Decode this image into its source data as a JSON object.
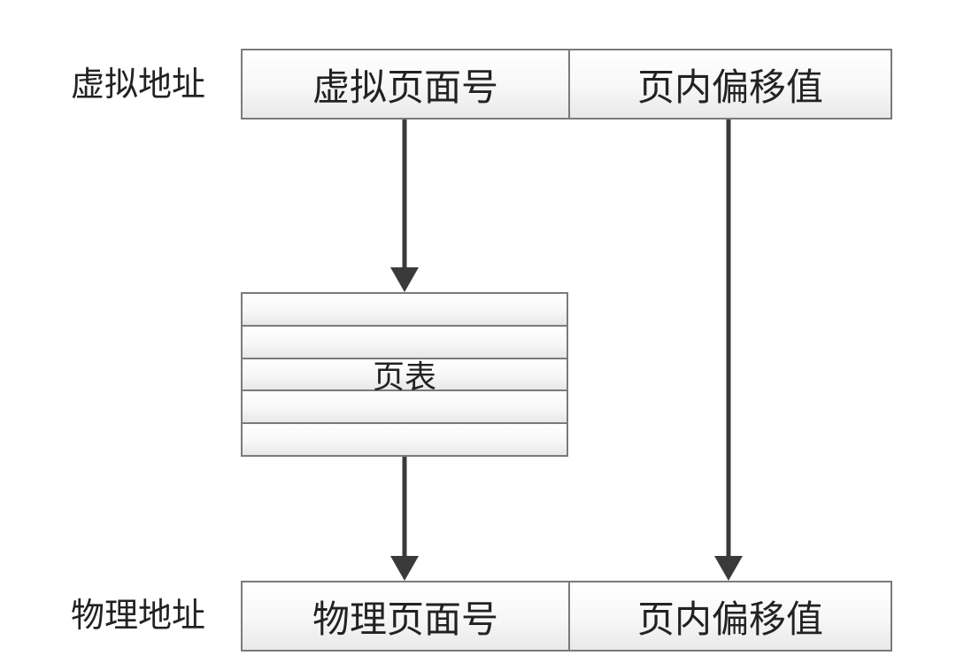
{
  "virtual_address": {
    "label": "虚拟地址",
    "page_number": "虚拟页面号",
    "offset": "页内偏移值"
  },
  "page_table": {
    "label": "页表"
  },
  "physical_address": {
    "label": "物理地址",
    "page_number": "物理页面号",
    "offset": "页内偏移值"
  },
  "colors": {
    "border": "#7a7a7a",
    "arrow": "#3a3a3a",
    "text": "#222222"
  }
}
